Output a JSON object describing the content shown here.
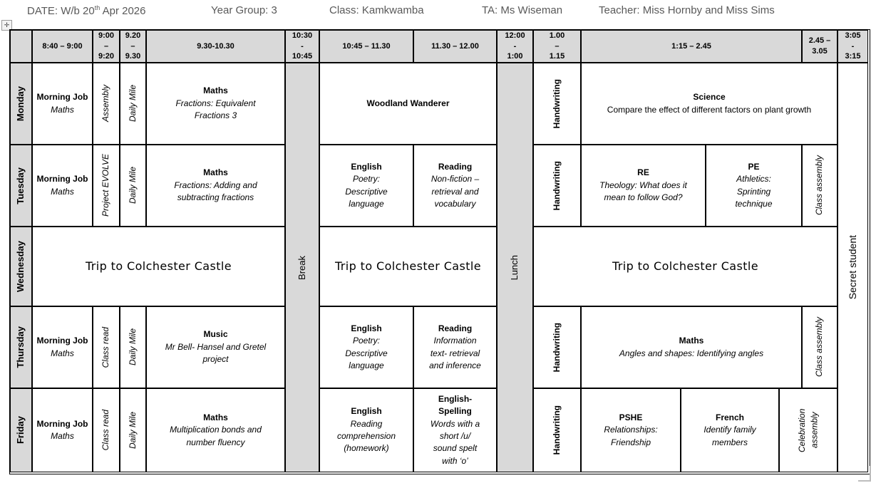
{
  "colors": {
    "header_fill": "#d9d9d9",
    "border": "#000000",
    "topbar_text": "#595959"
  },
  "top_bar": {
    "date_prefix": "DATE: W/b 20",
    "date_superscript": "th",
    "date_suffix": " Apr 2026",
    "year_group": "Year Group: 3",
    "class": "Class: Kamkwamba",
    "ta": "TA: Ms Wiseman",
    "teacher": "Teacher: Miss Hornby and Miss Sims"
  },
  "table_handle_icon": "✛",
  "time_header": [
    "8:40 – 9:00",
    "9:00\n–\n9:20",
    "9.20\n–\n9.30",
    "9.30-10.30",
    "10:30\n-\n10:45",
    "10:45 – 11.30",
    "11.30 – 12.00",
    "12:00\n-\n1:00",
    "1.00\n–\n1.15",
    "1:15 – 2.45",
    "2.45 –\n3.05",
    "3:05\n-\n3:15"
  ],
  "vertical_labels": {
    "break": "Break",
    "lunch": "Lunch",
    "secret_student": "Secret student"
  },
  "monday": {
    "day": "Monday",
    "morning_title": "Morning Job",
    "morning_sub": "Maths",
    "slot_0900": "Assembly",
    "daily_mile": "Daily Mile",
    "lesson1_title": "Maths",
    "lesson1_sub": "Fractions: Equivalent Fractions 3",
    "late_morning_title": "Woodland Wanderer",
    "handwriting": "Handwriting",
    "afternoon_title": "Science",
    "afternoon_sub": "Compare the effect of different factors on plant growth"
  },
  "tuesday": {
    "day": "Tuesday",
    "morning_title": "Morning Job",
    "morning_sub": "Maths",
    "slot_0900": "Project EVOLVE",
    "daily_mile": "Daily Mile",
    "lesson1_title": "Maths",
    "lesson1_sub": "Fractions: Adding and subtracting fractions",
    "english_title": "English",
    "english_sub": "Poetry: Descriptive language",
    "reading_title": "Reading",
    "reading_sub": "Non-fiction – retrieval and vocabulary",
    "handwriting": "Handwriting",
    "re_title": "RE",
    "re_sub": "Theology: What does it mean to follow God?",
    "pe_title": "PE",
    "pe_sub": "Athletics: Sprinting technique",
    "assembly": "Class assembly"
  },
  "wednesday": {
    "day": "Wednesday",
    "trip_morning": "Trip to Colchester Castle",
    "trip_midday": "Trip to Colchester Castle",
    "trip_afternoon": "Trip to Colchester Castle"
  },
  "thursday": {
    "day": "Thursday",
    "morning_title": "Morning Job",
    "morning_sub": "Maths",
    "slot_0900": "Class read",
    "daily_mile": "Daily Mile",
    "lesson1_title": "Music",
    "lesson1_sub": "Mr Bell- Hansel and Gretel project",
    "english_title": "English",
    "english_sub": "Poetry: Descriptive language",
    "reading_title": "Reading",
    "reading_sub": "Information text- retrieval and inference",
    "handwriting": "Handwriting",
    "afternoon_title": "Maths",
    "afternoon_sub": "Angles and shapes: Identifying angles",
    "assembly": "Class assembly"
  },
  "friday": {
    "day": "Friday",
    "morning_title": "Morning Job",
    "morning_sub": "Maths",
    "slot_0900": "Class read",
    "daily_mile": "Daily Mile",
    "lesson1_title": "Maths",
    "lesson1_sub": "Multiplication bonds and number fluency",
    "english_title": "English",
    "english_sub": "Reading comprehension (homework)",
    "spelling_title": "English- Spelling",
    "spelling_sub": "Words with a short /u/ sound spelt with ‘o’",
    "handwriting": "Handwriting",
    "pshe_title": "PSHE",
    "pshe_sub": "Relationships: Friendship",
    "french_title": "French",
    "french_sub": "Identify family members",
    "assembly": "Celebration assembly"
  }
}
